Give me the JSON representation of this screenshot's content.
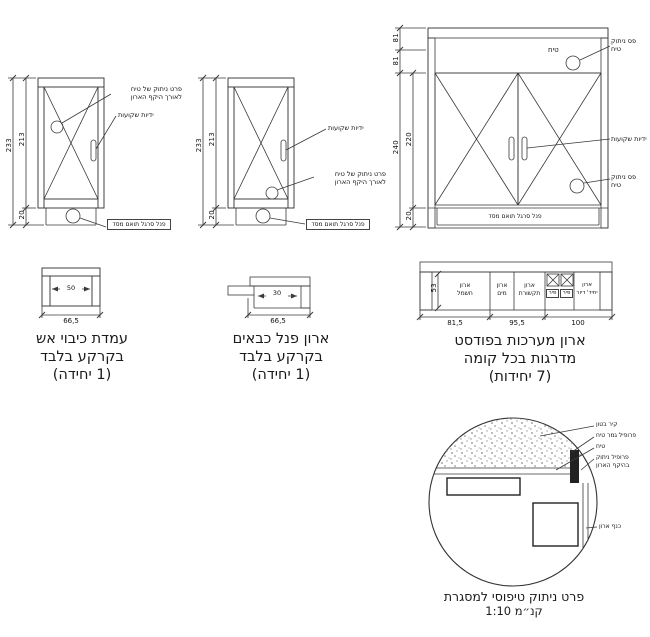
{
  "left": {
    "dims": {
      "d233": "233",
      "d213": "213",
      "d20": "20"
    },
    "labels": {
      "detail1": "פרט ניתוק של טיח",
      "detail2": "לאורך היקף הארון",
      "handles": "ידיות שקועות",
      "panel": "פנל סרגל תואם מסד"
    },
    "section": {
      "d50": "50",
      "d66": "66,5"
    },
    "caption": {
      "l1": "עמדת כיבוי אש",
      "l2": "בקרקע בלבד",
      "l3": "(1 יחידה)"
    }
  },
  "mid": {
    "dims": {
      "d233": "233",
      "d213": "213",
      "d20": "20"
    },
    "labels": {
      "handles": "ידיות שקועות",
      "detail1": "פרט ניתוק של טיח",
      "detail2": "לאורך היקף הארון",
      "panel": "פנל סרגל תואם מסד"
    },
    "section": {
      "d30": "30",
      "d66": "66,5"
    },
    "caption": {
      "l1": "ארון פנל כבאים",
      "l2": "בקרקע בלבד",
      "l3": "(1 יחידה)"
    }
  },
  "right": {
    "dims": {
      "d81a": "81",
      "d81b": "81",
      "d240": "240",
      "d220": "220",
      "d20": "20"
    },
    "labels": {
      "plaster": "טיח",
      "strip_top1": "פס ניתוק",
      "strip_top2": "טיח",
      "handles": "ידיות שקועות",
      "strip_bot1": "פס ניתוק",
      "strip_bot2": "טיח",
      "panel": "פנל סרגל תואם מסד"
    },
    "section": {
      "d53": "53",
      "electric1": "ארון",
      "electric2": "חשמל",
      "water1": "ארון",
      "water2": "מים",
      "comm1": "ארון",
      "comm2": "תקשורת",
      "shaft1": "פיר",
      "shaft2": "פיר",
      "unit1": "ארון",
      "unit2": "יחיד' דיור",
      "d81_5": "81,5",
      "d95_5": "95,5",
      "d100": "100"
    },
    "caption": {
      "l1": "ארון מערכות בפודסט",
      "l2": "מדרגות בכל קומה",
      "l3": "(7 יחידות)"
    }
  },
  "detail": {
    "concrete": "קיר בטון",
    "finish": "פרופיל גמר טיח",
    "plaster": "טיח",
    "sep1": "פרופיל ניתוק",
    "sep2": "בהיקף הארון",
    "leaf": "כנף ארון",
    "caption1": "פרט ניתוק טיפוסי למסגרת",
    "caption2": "קנ״מ 1:10"
  }
}
